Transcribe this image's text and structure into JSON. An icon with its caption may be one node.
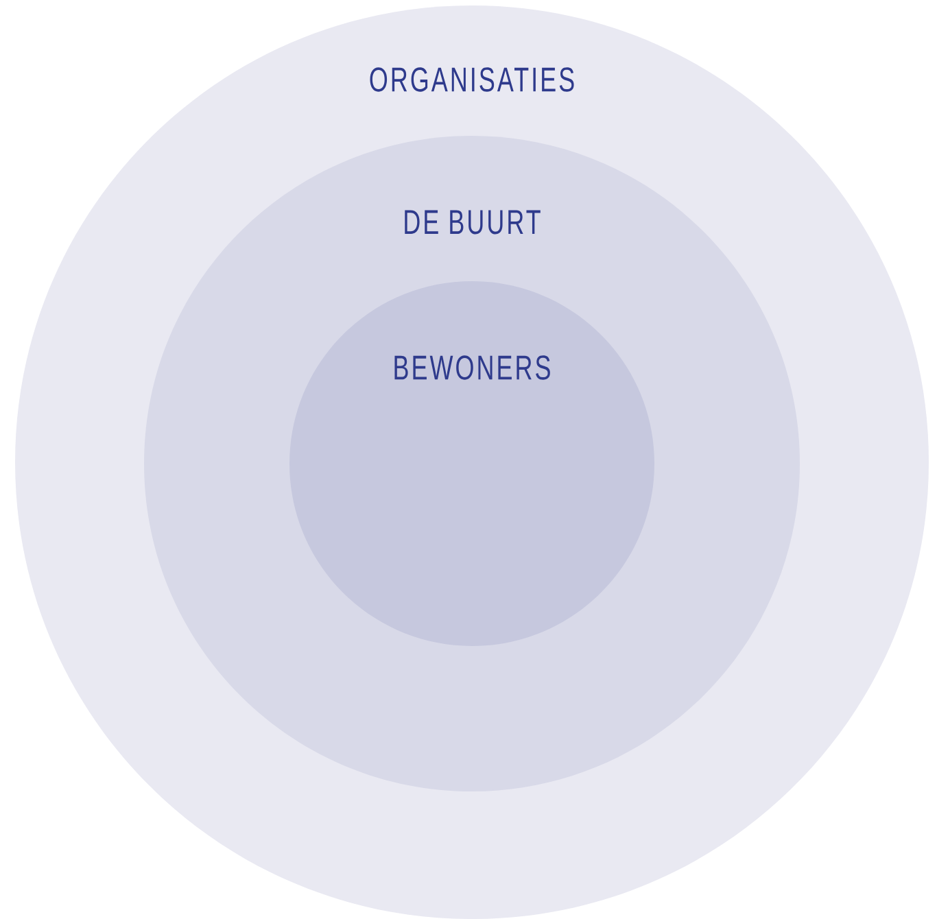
{
  "diagram": {
    "nodes": [
      {
        "text": [
          "ORGANISATIES"
        ]
      },
      {
        "text": [
          "DE BUURT"
        ],
        "in": 0
      },
      {
        "text": [
          "BEWONERS"
        ],
        "in": 1
      }
    ]
  }
}
